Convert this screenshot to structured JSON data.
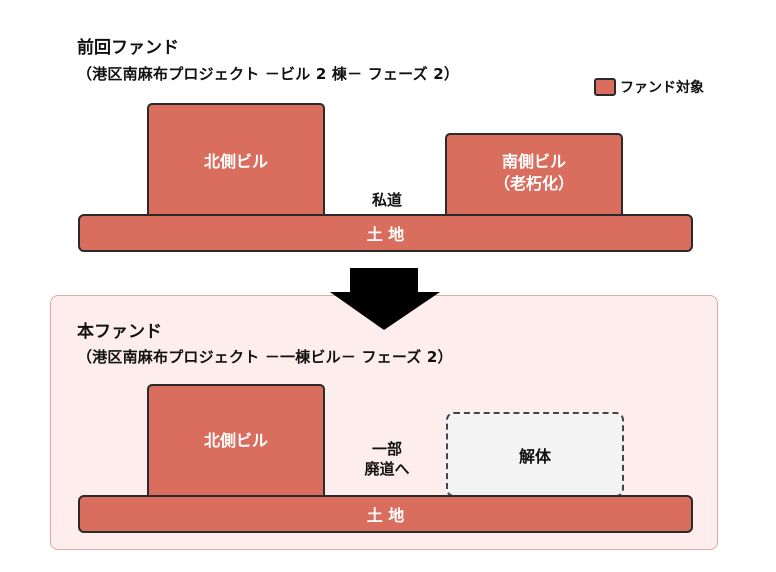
{
  "legend": {
    "label": "ファンド対象",
    "color": "#d96e5e"
  },
  "previous": {
    "title": "前回ファンド",
    "subtitle": "（港区南麻布プロジェクト －ビル 2 棟－ フェーズ 2）",
    "north_building": "北側ビル",
    "south_building_line1": "南側ビル",
    "south_building_line2": "（老朽化）",
    "private_road": "私道",
    "land": "土 地"
  },
  "current": {
    "title": "本ファンド",
    "subtitle": "（港区南麻布プロジェクト －一棟ビル－ フェーズ 2）",
    "north_building": "北側ビル",
    "road_line1": "一部",
    "road_line2": "廃道へ",
    "demolished": "解体",
    "land": "土 地"
  },
  "colors": {
    "fund_block": "#d96e5e",
    "panel_bg": "#fdeeed",
    "panel_border": "#e6a7a1",
    "arrow": "#000000"
  }
}
